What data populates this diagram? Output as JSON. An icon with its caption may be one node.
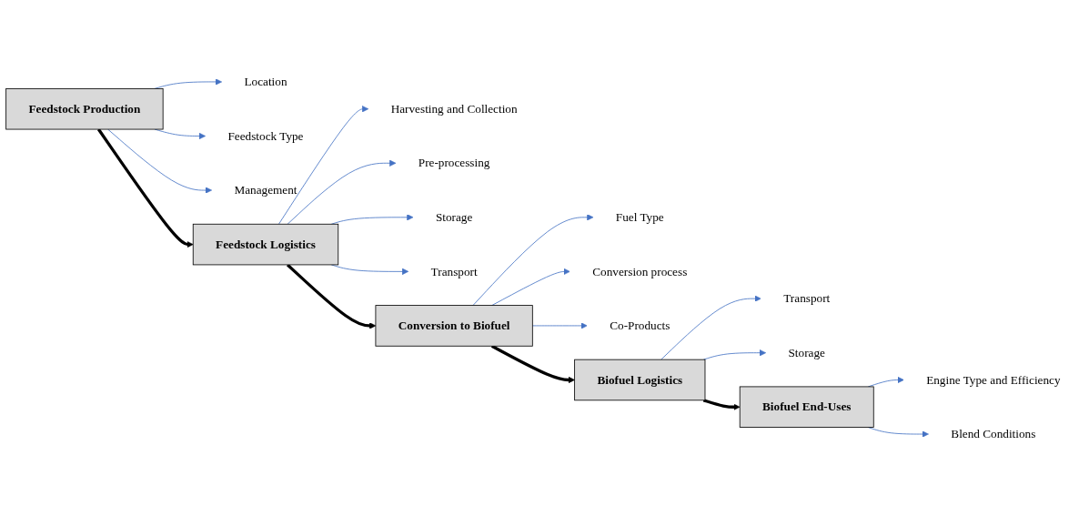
{
  "diagram": {
    "nodes": [
      {
        "text": [
          "Feedstock Production"
        ]
      },
      {
        "text": [
          "Location"
        ]
      },
      {
        "text": [
          "Feedstock Type"
        ]
      },
      {
        "text": [
          "Management"
        ]
      },
      {
        "text": [
          "Feedstock Logistics"
        ]
      },
      {
        "text": [
          "Harvesting and Collection"
        ]
      },
      {
        "text": [
          "Pre-processing"
        ]
      },
      {
        "text": [
          "Storage"
        ]
      },
      {
        "text": [
          "Transport"
        ]
      },
      {
        "text": [
          "Conversion to Biofuel"
        ]
      },
      {
        "text": [
          "Fuel Type"
        ]
      },
      {
        "text": [
          "Conversion process"
        ]
      },
      {
        "text": [
          "Co-Products"
        ]
      },
      {
        "text": [
          "Biofuel Logistics"
        ]
      },
      {
        "text": [
          "Transport"
        ]
      },
      {
        "text": [
          "Storage"
        ]
      },
      {
        "text": [
          "Biofuel End-Uses"
        ]
      },
      {
        "text": [
          "Engine Type and Efficiency"
        ]
      },
      {
        "text": [
          "Blend Conditions"
        ]
      }
    ],
    "edges": [
      {
        "from": 0,
        "to": 4,
        "arrow": "to",
        "style": "thick",
        "color": "#000000"
      },
      {
        "from": 4,
        "to": 9,
        "arrow": "to",
        "style": "thick",
        "color": "#000000"
      },
      {
        "from": 9,
        "to": 13,
        "arrow": "to",
        "style": "thick",
        "color": "#000000"
      },
      {
        "from": 13,
        "to": 16,
        "arrow": "to",
        "style": "thick",
        "color": "#000000"
      },
      {
        "from": 0,
        "to": 1,
        "arrow": "to",
        "color": "#4472c4"
      },
      {
        "from": 0,
        "to": 2,
        "arrow": "to",
        "color": "#4472c4"
      },
      {
        "from": 0,
        "to": 3,
        "arrow": "to",
        "color": "#4472c4"
      },
      {
        "from": 4,
        "to": 5,
        "arrow": "to",
        "color": "#4472c4"
      },
      {
        "from": 4,
        "to": 6,
        "arrow": "to",
        "color": "#4472c4"
      },
      {
        "from": 4,
        "to": 7,
        "arrow": "to",
        "color": "#4472c4"
      },
      {
        "from": 4,
        "to": 8,
        "arrow": "to",
        "color": "#4472c4"
      },
      {
        "from": 9,
        "to": 10,
        "arrow": "to",
        "color": "#4472c4"
      },
      {
        "from": 9,
        "to": 11,
        "arrow": "to",
        "color": "#4472c4"
      },
      {
        "from": 9,
        "to": 12,
        "arrow": "to",
        "color": "#4472c4"
      },
      {
        "from": 13,
        "to": 14,
        "arrow": "to",
        "color": "#4472c4"
      },
      {
        "from": 13,
        "to": 15,
        "arrow": "to",
        "color": "#4472c4"
      },
      {
        "from": 16,
        "to": 17,
        "arrow": "to",
        "color": "#4472c4"
      },
      {
        "from": 16,
        "to": 18,
        "arrow": "to",
        "color": "#4472c4"
      }
    ]
  }
}
